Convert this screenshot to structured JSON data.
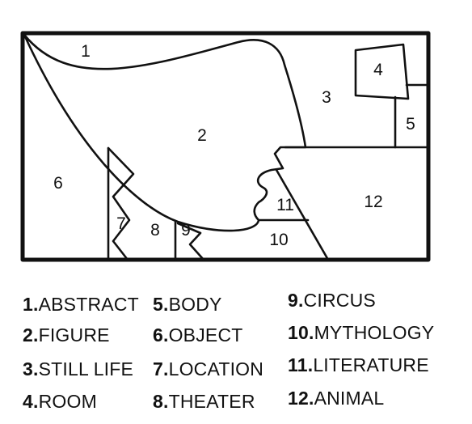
{
  "regions": [
    {
      "num": "1",
      "label": "ABSTRACT"
    },
    {
      "num": "2",
      "label": "FIGURE"
    },
    {
      "num": "3",
      "label": "STILL LIFE"
    },
    {
      "num": "4",
      "label": "ROOM"
    },
    {
      "num": "5",
      "label": "BODY"
    },
    {
      "num": "6",
      "label": "OBJECT"
    },
    {
      "num": "7",
      "label": "LOCATION"
    },
    {
      "num": "8",
      "label": "THEATER"
    },
    {
      "num": "9",
      "label": "CIRCUS"
    },
    {
      "num": "10",
      "label": "MYTHOLOGY"
    },
    {
      "num": "11",
      "label": "LITERATURE"
    },
    {
      "num": "12",
      "label": "ANIMAL"
    }
  ],
  "legend_separator": ".",
  "colors": {
    "line": "#111111",
    "background": "#ffffff"
  }
}
